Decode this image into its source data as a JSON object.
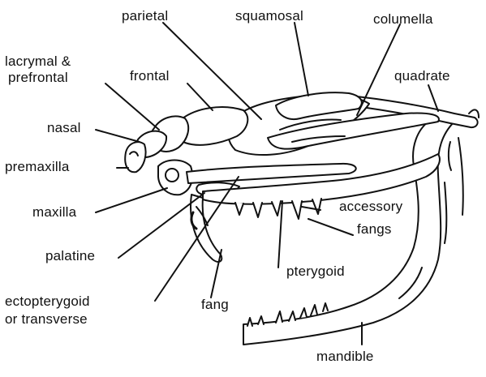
{
  "labels": {
    "parietal": "parietal",
    "squamosal": "squamosal",
    "columella": "columella",
    "lacrymal_prefrontal_line1": "lacrymal &",
    "lacrymal_prefrontal_line2": "prefrontal",
    "frontal": "frontal",
    "quadrate": "quadrate",
    "nasal": "nasal",
    "premaxilla": "premaxilla",
    "maxilla": "maxilla",
    "accessory_fangs_line1": "accessory",
    "accessory_fangs_line2": "fangs",
    "palatine": "palatine",
    "pterygoid": "pterygoid",
    "ectopterygoid_line1": "ectopterygoid",
    "ectopterygoid_line2": "or transverse",
    "fang": "fang",
    "mandible": "mandible"
  },
  "colors": {
    "ink": "#111111",
    "bone_fill": "#ffffff",
    "background": "#ffffff"
  }
}
